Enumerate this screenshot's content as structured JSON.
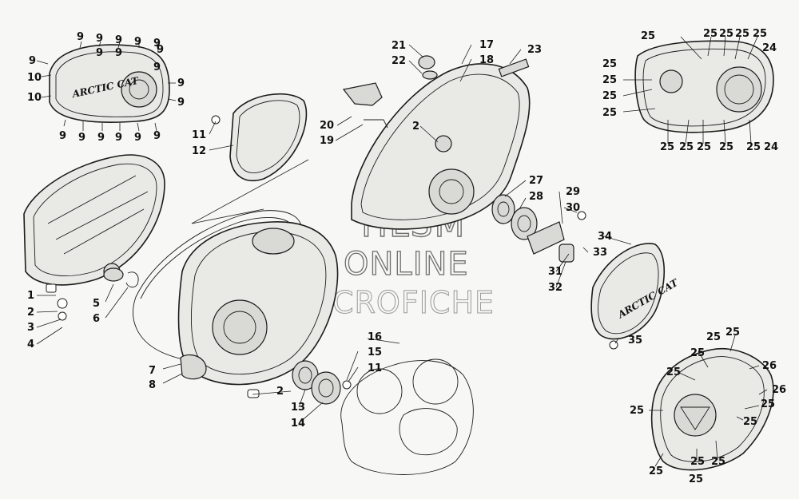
{
  "brand_text": [
    "ARCTIC CAT",
    "ARCTIC CAT"
  ],
  "watermark": {
    "line1": "HLSM",
    "line2": "ONLINE",
    "line3": "MICROFICHE"
  },
  "callouts": [
    "9",
    "9",
    "9",
    "9",
    "9",
    "9",
    "9",
    "9",
    "9",
    "9",
    "9",
    "9",
    "9",
    "9",
    "9",
    "9",
    "10",
    "10",
    "9",
    "9",
    "1",
    "2",
    "3",
    "4",
    "5",
    "6",
    "11",
    "12",
    "7",
    "8",
    "2",
    "13",
    "14",
    "11",
    "15",
    "16",
    "21",
    "22",
    "17",
    "18",
    "23",
    "20",
    "19",
    "2",
    "27",
    "28",
    "29",
    "30",
    "31",
    "32",
    "33",
    "34",
    "35",
    "25",
    "25",
    "25",
    "25",
    "25",
    "24",
    "25",
    "25",
    "25",
    "25",
    "25",
    "25",
    "25",
    "25",
    "25",
    "24",
    "25",
    "25",
    "25",
    "25",
    "26",
    "26",
    "25",
    "25",
    "25",
    "25",
    "25",
    "25",
    "25"
  ]
}
